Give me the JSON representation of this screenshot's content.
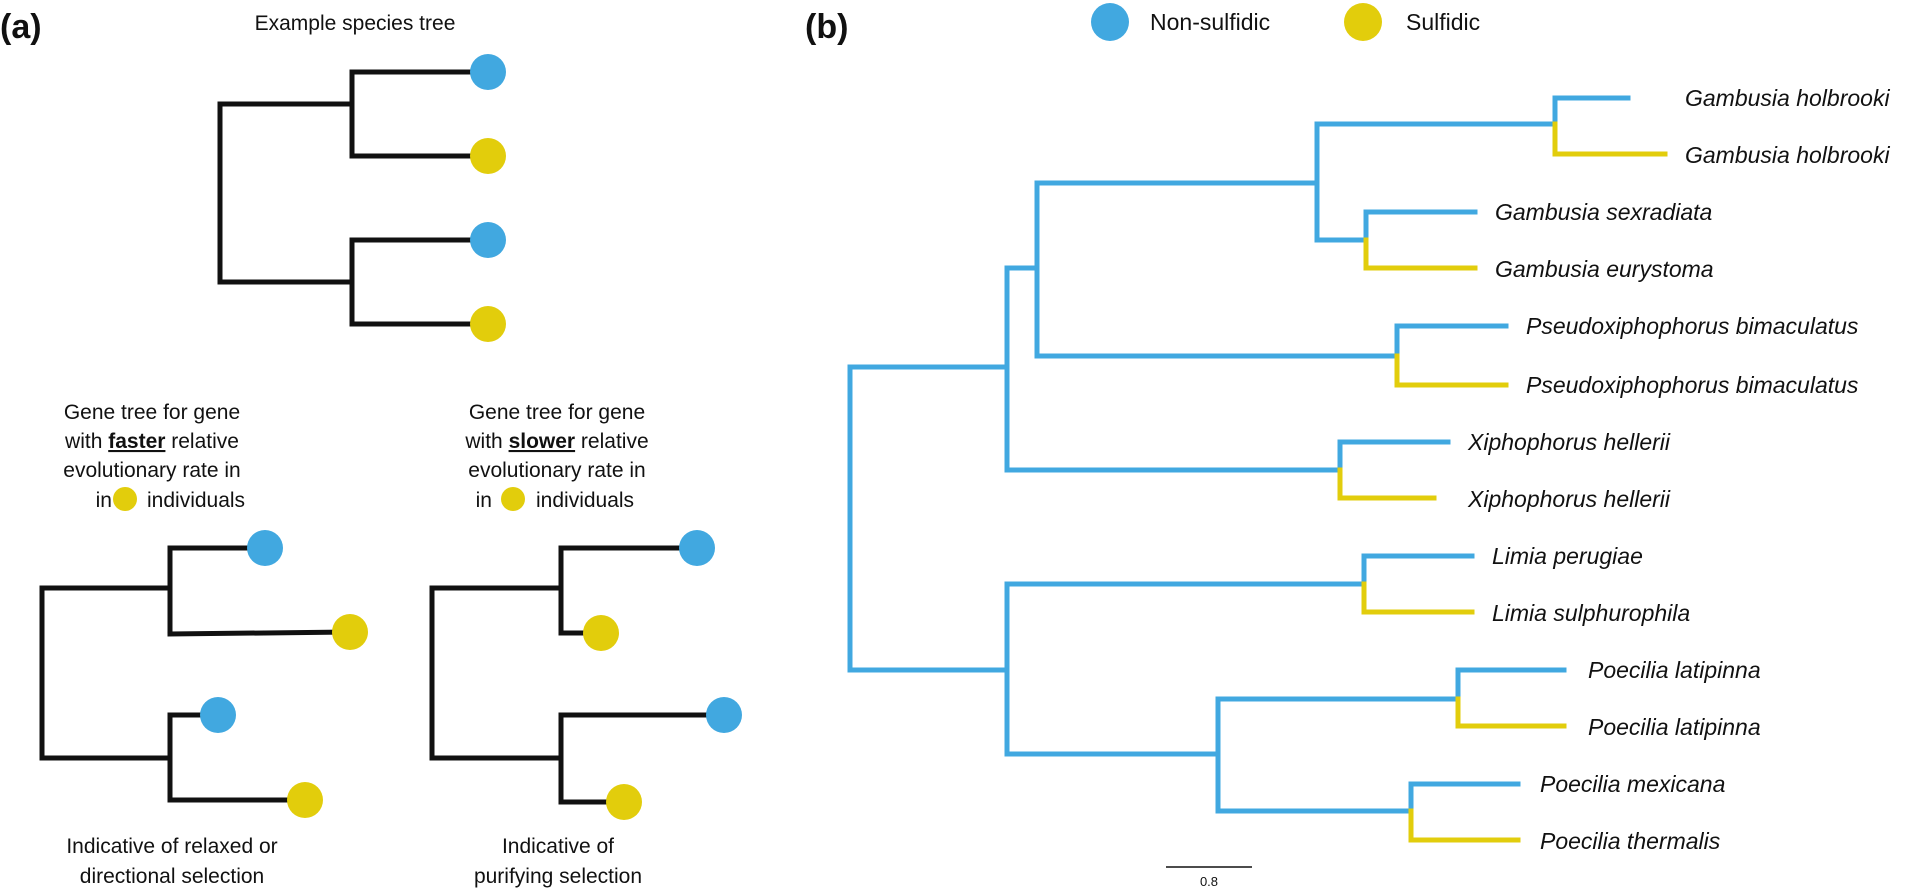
{
  "colors": {
    "non_sulfidic": "#41a8e0",
    "sulfidic": "#e2cd0c",
    "branch_dark": "#111111"
  },
  "panel_a": {
    "label": "(a)",
    "species_tree_title": "Example species tree",
    "faster_caption": {
      "line1": "Gene tree for gene",
      "line2_prefix": "with ",
      "line2_emphasis": "faster",
      "line2_suffix": " relative",
      "line3": "evolutionary rate in",
      "line4_prefix": "in",
      "line4_suffix": "individuals"
    },
    "slower_caption": {
      "line1": "Gene tree for gene",
      "line2_prefix": "with ",
      "line2_emphasis": "slower",
      "line2_suffix": " relative",
      "line3": "evolutionary rate in",
      "line4_prefix": "in",
      "line4_suffix": "individuals"
    },
    "relaxed_caption": {
      "line1": "Indicative of relaxed or",
      "line2": "directional selection"
    },
    "purifying_caption": {
      "line1": "Indicative of",
      "line2": "purifying selection"
    }
  },
  "panel_b": {
    "label": "(b)",
    "legend": [
      {
        "label": "Non-sulfidic",
        "color": "#41a8e0"
      },
      {
        "label": "Sulfidic",
        "color": "#e2cd0c"
      }
    ],
    "taxa": [
      "Gambusia holbrooki",
      "Gambusia holbrooki",
      "Gambusia sexradiata",
      "Gambusia eurystoma",
      "Pseudoxiphophorus bimaculatus",
      "Pseudoxiphophorus bimaculatus",
      "Xiphophorus hellerii",
      "Xiphophorus hellerii",
      "Limia perugiae",
      "Limia sulphurophila",
      "Poecilia latipinna",
      "Poecilia latipinna",
      "Poecilia mexicana",
      "Poecilia thermalis"
    ],
    "taxon_habitat": [
      "Non-sulfidic",
      "Sulfidic",
      "Non-sulfidic",
      "Sulfidic",
      "Non-sulfidic",
      "Sulfidic",
      "Non-sulfidic",
      "Sulfidic",
      "Non-sulfidic",
      "Sulfidic",
      "Non-sulfidic",
      "Sulfidic",
      "Non-sulfidic",
      "Sulfidic"
    ],
    "scale_bar_label": "0.8"
  }
}
